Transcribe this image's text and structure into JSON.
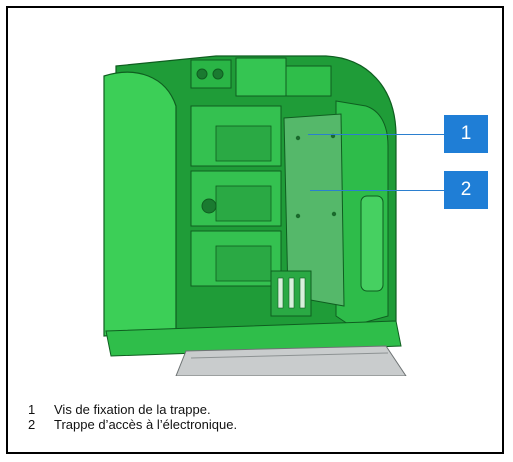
{
  "callouts": [
    {
      "label": "1"
    },
    {
      "label": "2"
    }
  ],
  "legend": [
    {
      "number": "1",
      "text": "Vis de fixation de la trappe."
    },
    {
      "number": "2",
      "text": "Trappe d’accès à l’électronique."
    }
  ],
  "colors": {
    "device_green": "#2fbe4a",
    "device_dark_green": "#168a2c",
    "callout_blue": "#1f7ed6",
    "panel_gray": "#c9cccd"
  }
}
